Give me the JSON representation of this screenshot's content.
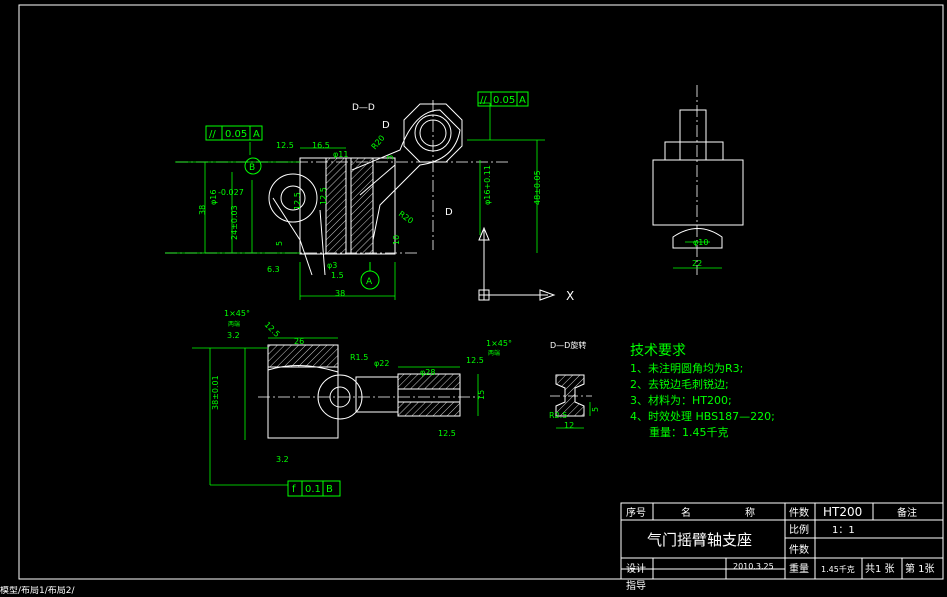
{
  "drawing": {
    "section_label": "D—D",
    "section_label_rotated": "D—D旋转",
    "view_label": "D",
    "axis_x": "X",
    "notes_title": "技术要求",
    "notes": [
      "1、未注明圆角均为R3;",
      "2、去锐边毛刺锐边;",
      "3、材料为：HT200;",
      "4、时效处理 HBS187—220;",
      "重量：1.45千克"
    ],
    "tolerance_frames": {
      "a": {
        "symbol": "//",
        "value": "0.05",
        "datum": "A"
      },
      "b": {
        "symbol": "//",
        "value": "0.05",
        "datum": "A"
      },
      "c": {
        "symbol": "f",
        "value": "0.1",
        "datum": "B"
      }
    },
    "datums": {
      "A": "A",
      "B": "B"
    },
    "dimensions": {
      "d_125a": "12.5",
      "d_165": "16.5",
      "d_phi1": "φ11",
      "d_r20a": "R20",
      "d_3": "3",
      "d_10": "10",
      "d_phi16": "φ16",
      "d_0027": "-0.027",
      "d_38": "38",
      "d_2403": "24±0.03",
      "d_5": "5",
      "d_63": "6.3",
      "d_125b": "12.5",
      "d_phi3": "φ3",
      "d_15": "1.5",
      "d_38b": "38",
      "d_125c": "12.5",
      "d_r20b": "R20",
      "d_phi16b": "φ16+0.11",
      "d_48": "48±0.05",
      "d_phi10": "φ10",
      "d_22": "22",
      "d_26": "26",
      "d_r15": "R1.5",
      "d_phi22": "φ22",
      "d_phi28": "φ28",
      "d_125d": "12.5",
      "d_15b": "15",
      "d_125e": "12.5",
      "d_3801": "38±0.01",
      "d_32a": "3.2",
      "d_32b": "3.2",
      "d_1x45a": "1×45°",
      "d_1x45b": "1×45°",
      "d_both_a": "两端",
      "d_both_b": "两端",
      "d_125f": "12.5",
      "d_r25": "R2.5",
      "d_12": "12",
      "d_5b": "5"
    }
  },
  "title_block": {
    "h_no": "序号",
    "h_name": "名",
    "h_name2": "称",
    "h_qty": "件数",
    "material": "HT200",
    "h_remark": "备注",
    "part_name": "气门摇臂轴支座",
    "h_scale": "比例",
    "scale": "1：1",
    "h_count": "件数",
    "h_design": "设计",
    "date": "2010.3.25",
    "h_weight": "重量",
    "weight": "1.45千克",
    "total": "共1 张",
    "sheet": "第 1张",
    "h_guide": "指导"
  },
  "status_bar": {
    "tabs": "模型/布局1/布局2/"
  },
  "colors": {
    "background": "#000000",
    "geometry": "#ffffff",
    "dimension": "#00ff00",
    "border": "#ffffff"
  }
}
